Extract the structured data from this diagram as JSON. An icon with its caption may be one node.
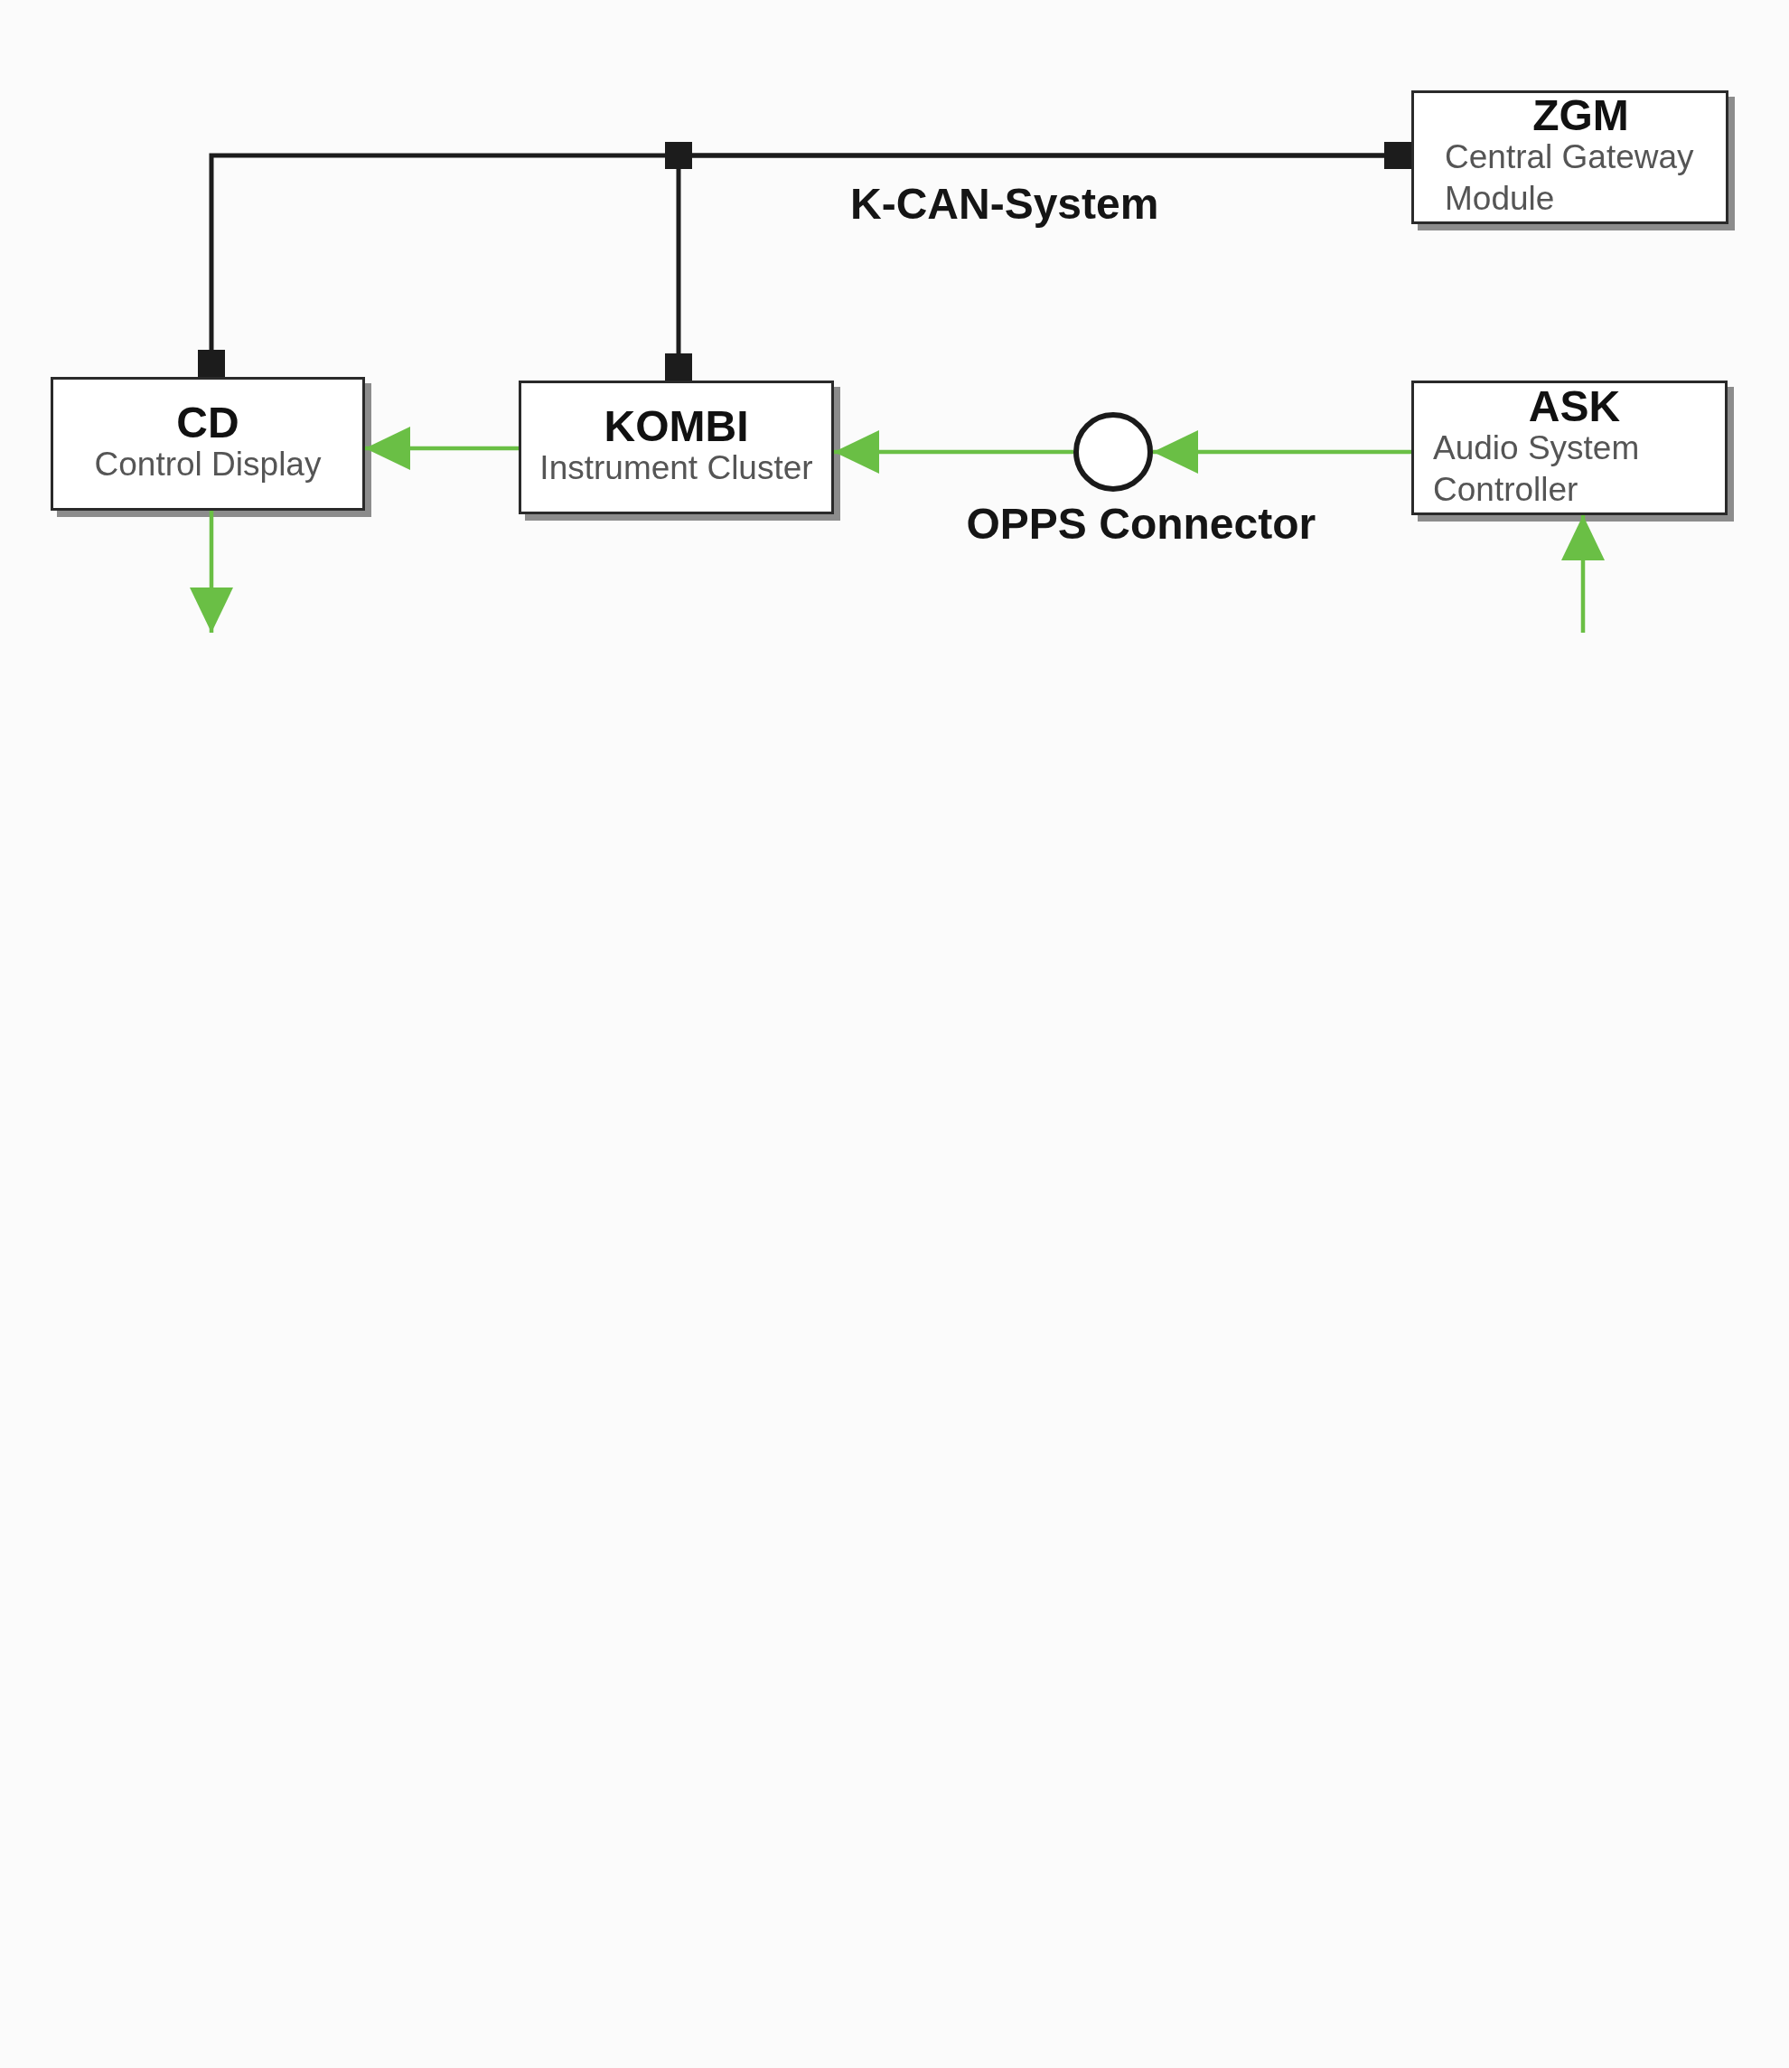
{
  "diagram": {
    "nodes": [
      {
        "text": [
          "ZGM",
          "Central Gateway Module"
        ]
      },
      {
        "text": [
          "CD",
          "Control Display"
        ]
      },
      {
        "text": [
          "KOMBI",
          "Instrument Cluster"
        ]
      },
      {
        "text": [],
        "shape": "circle",
        "beside": [
          "OPPS Connector"
        ]
      },
      {
        "text": [
          "ASK",
          "Audio System Controller"
        ]
      }
    ],
    "edges": [
      {
        "from": 0,
        "to": 2,
        "arrow": "other",
        "color": "#1c1c1c"
      },
      {
        "from": 0,
        "to": 1,
        "arrow": "other",
        "color": "#1c1c1c"
      },
      {
        "from": 4,
        "to": 3,
        "arrow": "to"
      },
      {
        "from": 3,
        "to": 2,
        "arrow": "to"
      },
      {
        "from": 2,
        "to": 1,
        "arrow": "to"
      },
      {
        "from": 1,
        "to": null,
        "arrow": "to"
      },
      {
        "from": null,
        "to": 4,
        "arrow": "to"
      }
    ],
    "labels": [
      "K-CAN-System"
    ]
  }
}
